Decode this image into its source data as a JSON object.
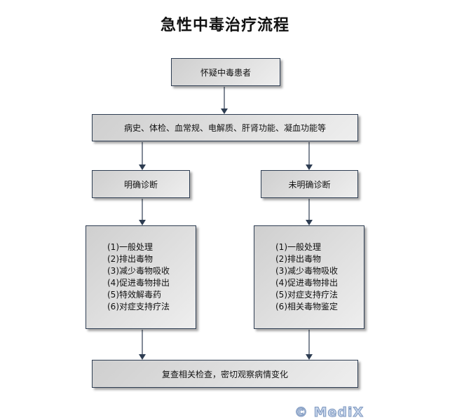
{
  "title": "急性中毒治疗流程",
  "nodes": {
    "start": "怀疑中毒患者",
    "exam": "病史、体检、血常规、电解质、肝肾功能、凝血功能等",
    "clear_dx": "明确诊断",
    "unclear_dx": "未明确诊断",
    "clear_steps": [
      "(1)一般处理",
      "(2)排出毒物",
      "(3)减少毒物吸收",
      "(4)促进毒物排出",
      "(5)特效解毒药",
      "(6)对症支持疗法"
    ],
    "unclear_steps": [
      "(1)一般处理",
      "(2)排出毒物",
      "(3)减少毒物吸收",
      "(4)促进毒物排出",
      "(5)对症支持疗法",
      "(6)相关毒物鉴定"
    ],
    "followup": "复查相关检查，密切观察病情变化"
  },
  "watermark": "© MediX",
  "colors": {
    "border": "#2e3d52",
    "arrow": "#2e3d52"
  }
}
